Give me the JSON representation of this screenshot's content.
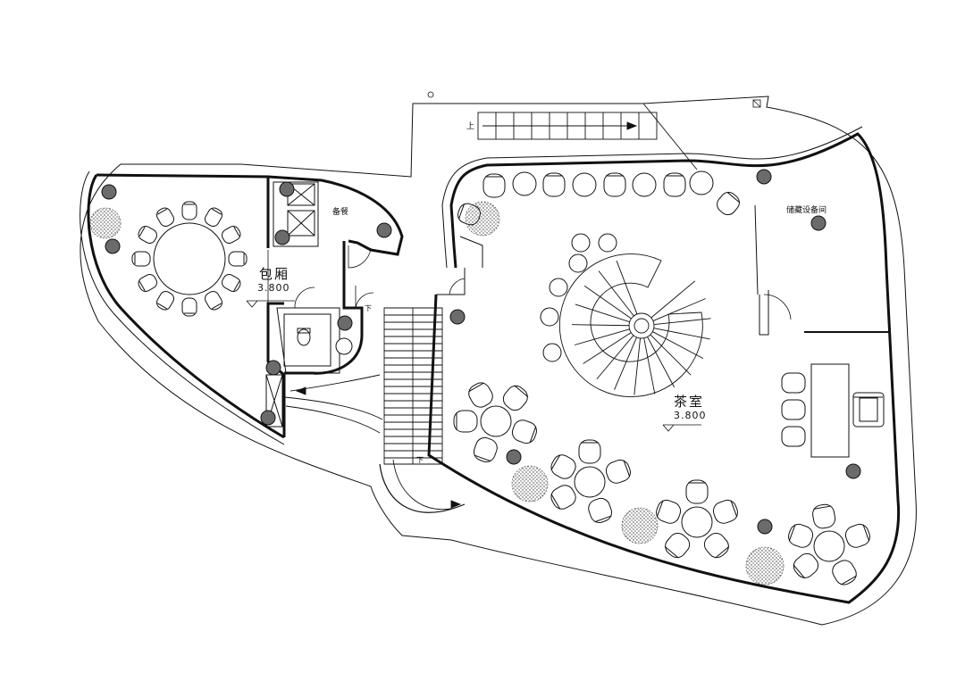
{
  "rooms": {
    "private_room": {
      "name": "包厢",
      "elevation": "3.800"
    },
    "tea_room": {
      "name": "茶室",
      "elevation": "3.800"
    },
    "pantry": {
      "name": "备餐"
    },
    "equipment": {
      "name": "储藏设备间"
    }
  },
  "stair_marks": {
    "up": "上",
    "down": "下",
    "down_small": "下"
  },
  "colors": {
    "line": "#111111",
    "paper": "#ffffff",
    "fixture": "#6b6b6b",
    "plant": "#444444"
  }
}
